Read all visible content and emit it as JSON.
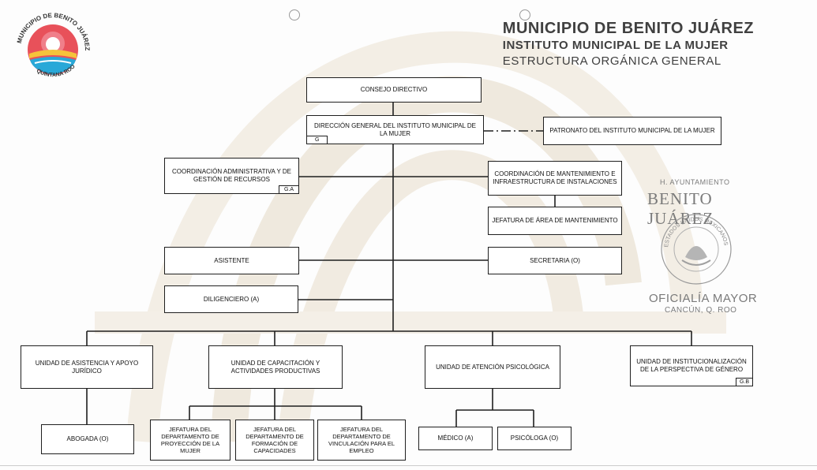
{
  "header": {
    "line1": "MUNICIPIO DE BENITO JUÁREZ",
    "line2": "INSTITUTO MUNICIPAL DE LA MUJER",
    "line3": "ESTRUCTURA ORGÁNICA GENERAL"
  },
  "logo": {
    "top_text": "MUNICIPIO DE BENITO JUÁREZ",
    "bottom_text": "QUINTANA ROO",
    "colors": {
      "red": "#e8515a",
      "pink": "#f07f8a",
      "yellow": "#f5c33b",
      "blue": "#29a8d8"
    }
  },
  "seal": {
    "line1": "H. AYUNTAMIENTO",
    "line2": "BENITO JUÁREZ",
    "ring_text": "ESTADOS UNIDOS MEXICANOS",
    "line3": "OFICIALÍA MAYOR",
    "line4": "CANCÚN, Q. ROO"
  },
  "org": {
    "consejo": "CONSEJO DIRECTIVO",
    "direccion": "DIRECCIÓN GENERAL DEL INSTITUTO MUNICIPAL DE LA MUJER",
    "direccion_tag": "G",
    "patronato": "PATRONATO DEL INSTITUTO MUNICIPAL DE LA MUJER",
    "coord_admin": "COORDINACIÓN ADMINISTRATIVA Y DE GESTIÓN DE RECURSOS",
    "coord_admin_tag": "G.A",
    "coord_mant": "COORDINACIÓN DE MANTENIMIENTO E INFRAESTRUCTURA DE INSTALACIONES",
    "jef_mant": "JEFATURA DE ÁREA DE MANTENIMIENTO",
    "asistente": "ASISTENTE",
    "secretaria": "SECRETARIA (O)",
    "diligenciero": "DILIGENCIERO (A)",
    "u_juridico": "UNIDAD DE ASISTENCIA  Y APOYO JURÍDICO",
    "u_capacitacion": "UNIDAD DE CAPACITACIÓN Y ACTIVIDADES PRODUCTIVAS",
    "u_psicologica": "UNIDAD DE ATENCIÓN PSICOLÓGICA",
    "u_genero": "UNIDAD DE INSTITUCIONALIZACIÓN DE LA PERSPECTIVA DE GÉNERO",
    "u_genero_tag": "G.B",
    "abogada": "ABOGADA (O)",
    "jef_proyeccion": "JEFATURA DEL DEPARTAMENTO DE PROYECCIÓN DE LA MUJER",
    "jef_formacion": "JEFATURA DEL DEPARTAMENTO DE FORMACIÓN DE CAPACIDADES",
    "jef_vinculacion": "JEFATURA DEL DEPARTAMENTO DE VINCULACIÓN PARA EL EMPLEO",
    "medico": "MÉDICO (A)",
    "psicologa": "PSICÓLOGA (O)"
  }
}
